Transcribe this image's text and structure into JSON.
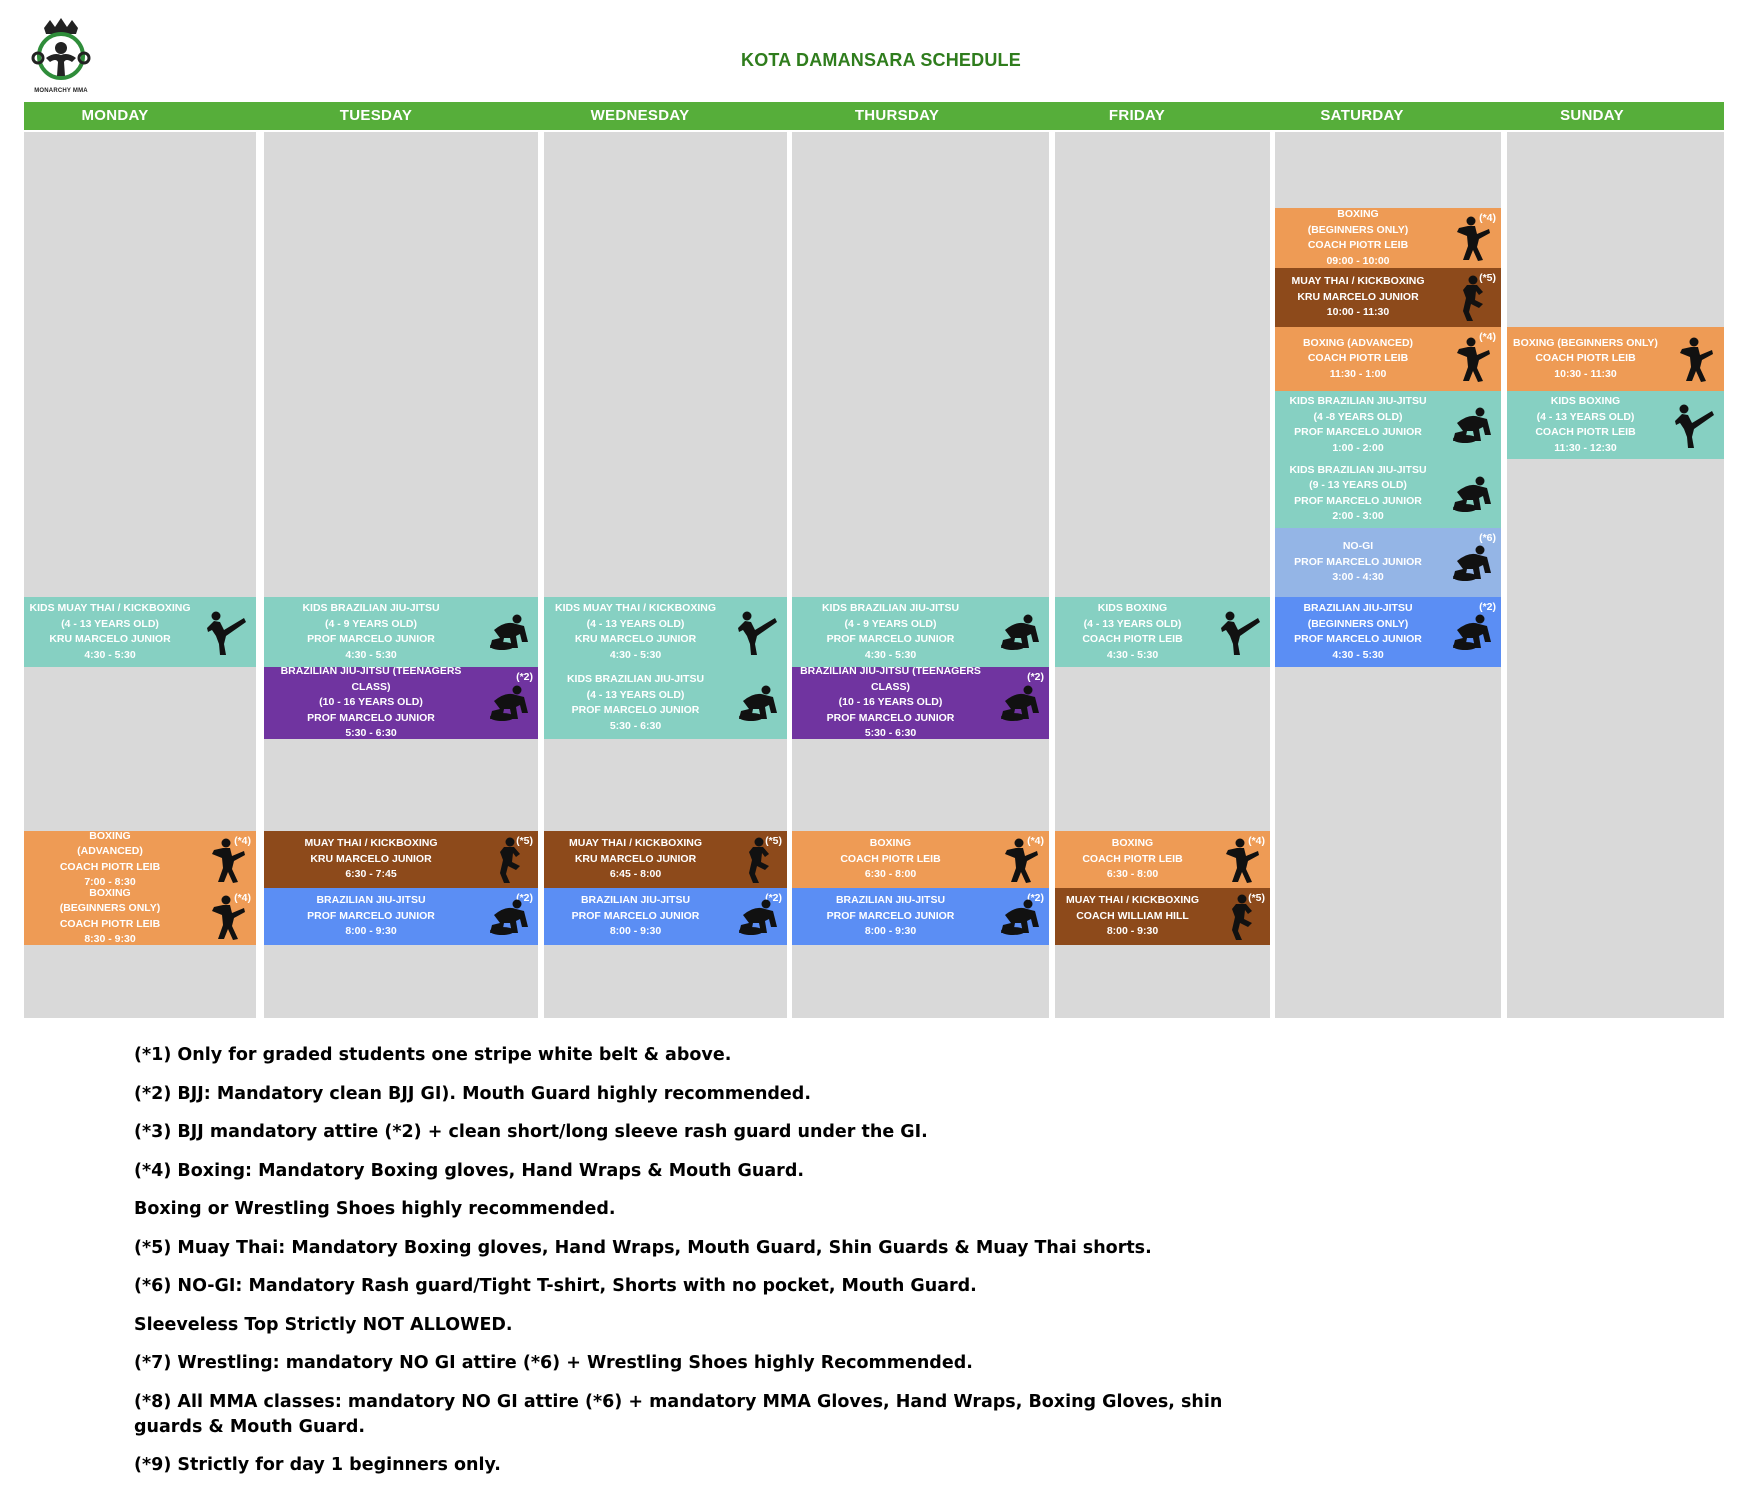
{
  "title": "KOTA DAMANSARA SCHEDULE",
  "logo": {
    "name": "monarchy-mma-logo",
    "caption": "MONARCHY MMA"
  },
  "colors": {
    "header_green": "#56ae3a",
    "title_green": "#2f7d1d",
    "boxing": "#ee9b55",
    "muay_thai": "#8d4a1b",
    "kids": "#86d0c2",
    "teen_bjj": "#7034a0",
    "bjj": "#5b8ef4",
    "no_gi": "#94b5e6",
    "empty_slot": "#d9d9d9"
  },
  "days": [
    "MONDAY",
    "TUESDAY",
    "WEDNESDAY",
    "THURSDAY",
    "FRIDAY",
    "SATURDAY",
    "SUNDAY"
  ],
  "classes": [
    {
      "day": "MONDAY",
      "lines": [
        "KIDS MUAY THAI / KICKBOXING",
        "(4 - 13 YEARS OLD)",
        "KRU MARCELO JUNIOR",
        "4:30 - 5:30"
      ],
      "note": "",
      "color": "teal",
      "icon": "high-kick-icon"
    },
    {
      "day": "MONDAY",
      "lines": [
        "BOXING",
        "(ADVANCED)",
        "COACH PIOTR LEIB",
        "7:00 - 8:30"
      ],
      "note": "(*4)",
      "color": "orange",
      "icon": "boxer-icon"
    },
    {
      "day": "MONDAY",
      "lines": [
        "BOXING",
        "(BEGINNERS ONLY)",
        "COACH PIOTR LEIB",
        "8:30 - 9:30"
      ],
      "note": "(*4)",
      "color": "orange",
      "icon": "boxer-icon"
    },
    {
      "day": "TUESDAY",
      "lines": [
        "KIDS BRAZILIAN JIU-JITSU",
        "(4 - 9 YEARS OLD)",
        "PROF MARCELO JUNIOR",
        "4:30 - 5:30"
      ],
      "note": "",
      "color": "teal",
      "icon": "grappling-icon"
    },
    {
      "day": "TUESDAY",
      "lines": [
        "BRAZILIAN JIU-JITSU (TEENAGERS CLASS)",
        "(10 - 16 YEARS OLD)",
        "PROF MARCELO JUNIOR",
        "5:30 - 6:30"
      ],
      "note": "(*2)",
      "color": "purple",
      "icon": "grappling-icon"
    },
    {
      "day": "TUESDAY",
      "lines": [
        "MUAY THAI / KICKBOXING",
        "KRU MARCELO JUNIOR",
        "6:30 - 7:45"
      ],
      "note": "(*5)",
      "color": "brown",
      "icon": "knee-strike-icon"
    },
    {
      "day": "TUESDAY",
      "lines": [
        "BRAZILIAN JIU-JITSU",
        "PROF MARCELO JUNIOR",
        "8:00 - 9:30"
      ],
      "note": "(*2)",
      "color": "blue",
      "icon": "grappling-icon"
    },
    {
      "day": "WEDNESDAY",
      "lines": [
        "KIDS MUAY THAI / KICKBOXING",
        "(4 - 13 YEARS OLD)",
        "KRU MARCELO JUNIOR",
        "4:30 - 5:30"
      ],
      "note": "",
      "color": "teal",
      "icon": "high-kick-icon"
    },
    {
      "day": "WEDNESDAY",
      "lines": [
        "KIDS BRAZILIAN JIU-JITSU",
        "(4 - 13 YEARS OLD)",
        "PROF MARCELO JUNIOR",
        "5:30 - 6:30"
      ],
      "note": "",
      "color": "teal",
      "icon": "grappling-icon"
    },
    {
      "day": "WEDNESDAY",
      "lines": [
        "MUAY THAI / KICKBOXING",
        "KRU MARCELO JUNIOR",
        "6:45 - 8:00"
      ],
      "note": "(*5)",
      "color": "brown",
      "icon": "knee-strike-icon"
    },
    {
      "day": "WEDNESDAY",
      "lines": [
        "BRAZILIAN JIU-JITSU",
        "PROF MARCELO JUNIOR",
        "8:00 - 9:30"
      ],
      "note": "(*2)",
      "color": "blue",
      "icon": "grappling-icon"
    },
    {
      "day": "THURSDAY",
      "lines": [
        "KIDS BRAZILIAN JIU-JITSU",
        "(4 - 9 YEARS OLD)",
        "PROF MARCELO JUNIOR",
        "4:30 - 5:30"
      ],
      "note": "",
      "color": "teal",
      "icon": "grappling-icon"
    },
    {
      "day": "THURSDAY",
      "lines": [
        "BRAZILIAN JIU-JITSU (TEENAGERS CLASS)",
        "(10 - 16 YEARS OLD)",
        "PROF MARCELO JUNIOR",
        "5:30 - 6:30"
      ],
      "note": "(*2)",
      "color": "purple",
      "icon": "grappling-icon"
    },
    {
      "day": "THURSDAY",
      "lines": [
        "BOXING",
        "COACH PIOTR LEIB",
        "6:30 - 8:00"
      ],
      "note": "(*4)",
      "color": "orange",
      "icon": "boxer-icon"
    },
    {
      "day": "THURSDAY",
      "lines": [
        "BRAZILIAN JIU-JITSU",
        "PROF MARCELO JUNIOR",
        "8:00 - 9:30"
      ],
      "note": "(*2)",
      "color": "blue",
      "icon": "grappling-icon"
    },
    {
      "day": "FRIDAY",
      "lines": [
        "KIDS BOXING",
        "(4 - 13 YEARS OLD)",
        "COACH PIOTR LEIB",
        "4:30 - 5:30"
      ],
      "note": "",
      "color": "teal",
      "icon": "high-kick-icon"
    },
    {
      "day": "FRIDAY",
      "lines": [
        "BOXING",
        "COACH PIOTR LEIB",
        "6:30 - 8:00"
      ],
      "note": "(*4)",
      "color": "orange",
      "icon": "boxer-icon"
    },
    {
      "day": "FRIDAY",
      "lines": [
        "MUAY THAI / KICKBOXING",
        "COACH WILLIAM HILL",
        "8:00 - 9:30"
      ],
      "note": "(*5)",
      "color": "brown",
      "icon": "knee-strike-icon"
    },
    {
      "day": "SATURDAY",
      "lines": [
        "BOXING",
        "(BEGINNERS ONLY)",
        "COACH PIOTR LEIB",
        "09:00 - 10:00"
      ],
      "note": "(*4)",
      "color": "orange",
      "icon": "boxer-icon"
    },
    {
      "day": "SATURDAY",
      "lines": [
        "MUAY THAI / KICKBOXING",
        "KRU MARCELO JUNIOR",
        "10:00 - 11:30"
      ],
      "note": "(*5)",
      "color": "brown",
      "icon": "knee-strike-icon"
    },
    {
      "day": "SATURDAY",
      "lines": [
        "BOXING (ADVANCED)",
        "COACH PIOTR LEIB",
        "11:30 - 1:00"
      ],
      "note": "(*4)",
      "color": "orange",
      "icon": "boxer-icon"
    },
    {
      "day": "SATURDAY",
      "lines": [
        "KIDS BRAZILIAN JIU-JITSU",
        "(4 -8 YEARS OLD)",
        "PROF MARCELO JUNIOR",
        "1:00 - 2:00"
      ],
      "note": "",
      "color": "teal",
      "icon": "grappling-icon"
    },
    {
      "day": "SATURDAY",
      "lines": [
        "KIDS BRAZILIAN JIU-JITSU",
        "(9 - 13 YEARS OLD)",
        "PROF MARCELO JUNIOR",
        "2:00 - 3:00"
      ],
      "note": "",
      "color": "teal",
      "icon": "grappling-icon"
    },
    {
      "day": "SATURDAY",
      "lines": [
        "NO-GI",
        "PROF MARCELO JUNIOR",
        "3:00 - 4:30"
      ],
      "note": "(*6)",
      "color": "lblue",
      "icon": "grappling-icon"
    },
    {
      "day": "SATURDAY",
      "lines": [
        "BRAZILIAN JIU-JITSU",
        "(BEGINNERS ONLY)",
        "PROF MARCELO JUNIOR",
        "4:30 - 5:30"
      ],
      "note": "(*2)",
      "color": "blue",
      "icon": "grappling-icon"
    },
    {
      "day": "SUNDAY",
      "lines": [
        "BOXING (BEGINNERS ONLY)",
        "COACH PIOTR LEIB",
        "10:30 - 11:30"
      ],
      "note": "",
      "color": "orange",
      "icon": "boxer-icon"
    },
    {
      "day": "SUNDAY",
      "lines": [
        "KIDS BOXING",
        "(4 - 13 YEARS OLD)",
        "COACH PIOTR LEIB",
        "11:30 - 12:30"
      ],
      "note": "",
      "color": "teal",
      "icon": "high-kick-icon"
    }
  ],
  "notes": [
    "(*1) Only for graded students one stripe white belt & above.",
    "(*2) BJJ: Mandatory clean BJJ GI). Mouth Guard highly recommended.",
    "(*3) BJJ mandatory attire (*2) + clean short/long sleeve rash guard under the GI.",
    "(*4) Boxing: Mandatory Boxing gloves, Hand Wraps & Mouth Guard.",
    "Boxing or Wrestling Shoes highly recommended.",
    "(*5) Muay Thai: Mandatory Boxing gloves, Hand Wraps, Mouth Guard, Shin Guards & Muay Thai shorts.",
    "(*6) NO-GI: Mandatory Rash guard/Tight T-shirt, Shorts with no pocket, Mouth Guard.",
    "Sleeveless Top Strictly NOT ALLOWED.",
    "(*7) Wrestling: mandatory NO GI attire (*6) + Wrestling Shoes highly Recommended.",
    "(*8) All MMA classes: mandatory NO GI attire (*6) + mandatory MMA Gloves, Hand Wraps, Boxing Gloves, shin guards & Mouth Guard.",
    "(*9) Strictly for day 1 beginners only."
  ]
}
